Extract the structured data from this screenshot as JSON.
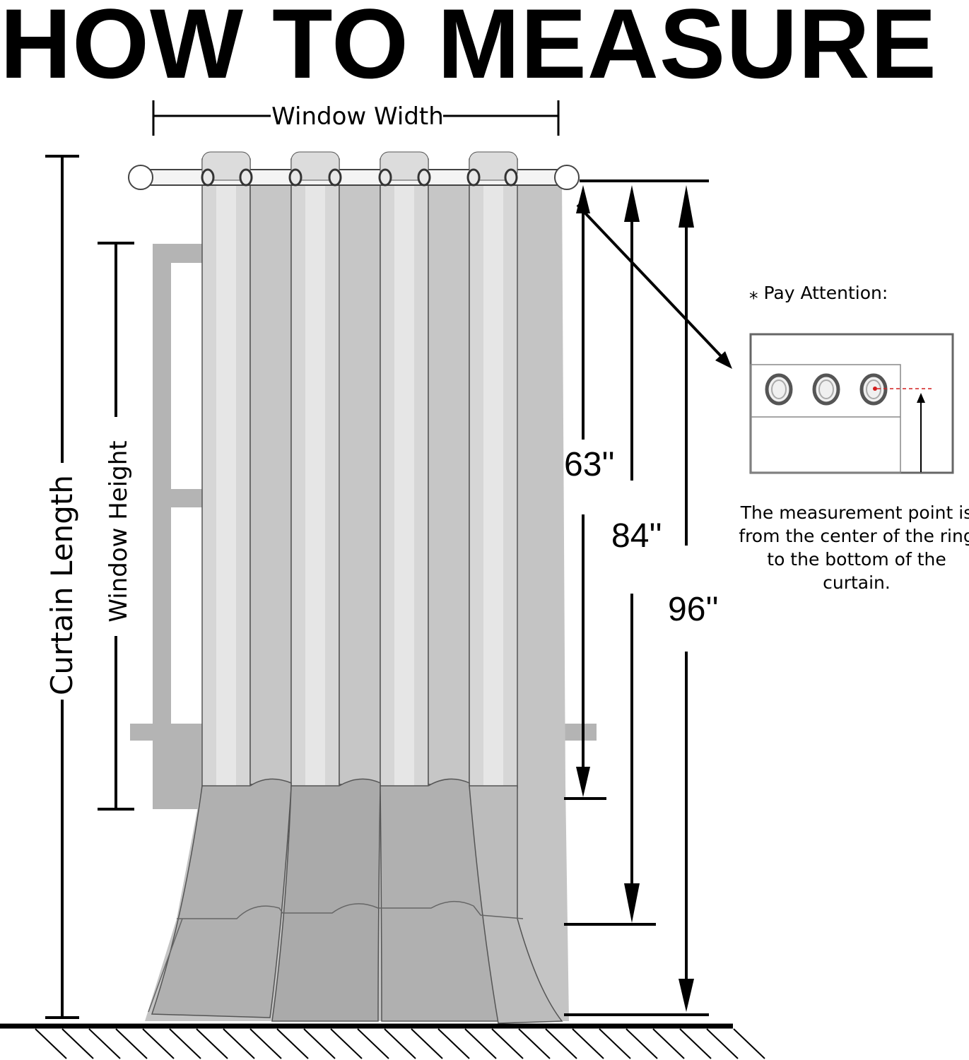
{
  "title": "HOW TO MEASURE",
  "labels": {
    "window_width": "Window Width",
    "window_height": "Window Height",
    "curtain_length": "Curtain Length"
  },
  "dimensions": {
    "short": "63''",
    "medium": "84''",
    "long": "96''"
  },
  "attention": {
    "heading": "⁎ Pay Attention:",
    "note": "The measurement point is from the center of the ring to the bottom of the curtain."
  },
  "colors": {
    "ink": "#000000",
    "window_frame": "#b4b4b4",
    "curtain_panel": "#c8c8c8",
    "curtain_highlight": "#e2e2e2",
    "curtain_hem": "#a8a8a8",
    "callout_dash": "#d21e1e"
  }
}
